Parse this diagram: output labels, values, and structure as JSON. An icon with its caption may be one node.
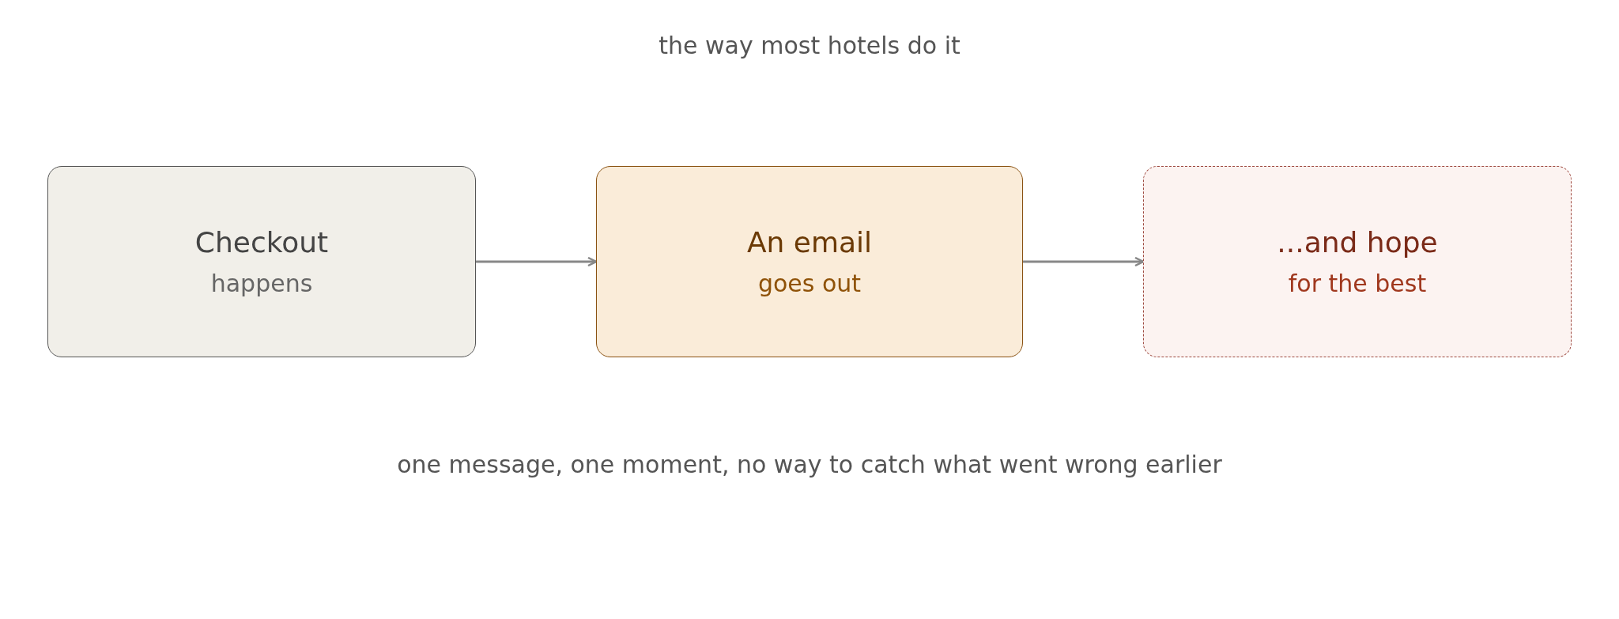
{
  "diagram": {
    "title": "the way most hotels do it",
    "caption": "one message, one moment, no way to catch what went wrong earlier",
    "nodes": [
      {
        "text": [
          "Checkout",
          "happens"
        ]
      },
      {
        "text": [
          "An email",
          "goes out"
        ]
      },
      {
        "text": [
          "...and hope",
          "for the best"
        ]
      }
    ],
    "edges": [
      {
        "from": 0,
        "to": 1,
        "arrow": "to"
      },
      {
        "from": 1,
        "to": 2,
        "arrow": "to"
      }
    ]
  }
}
